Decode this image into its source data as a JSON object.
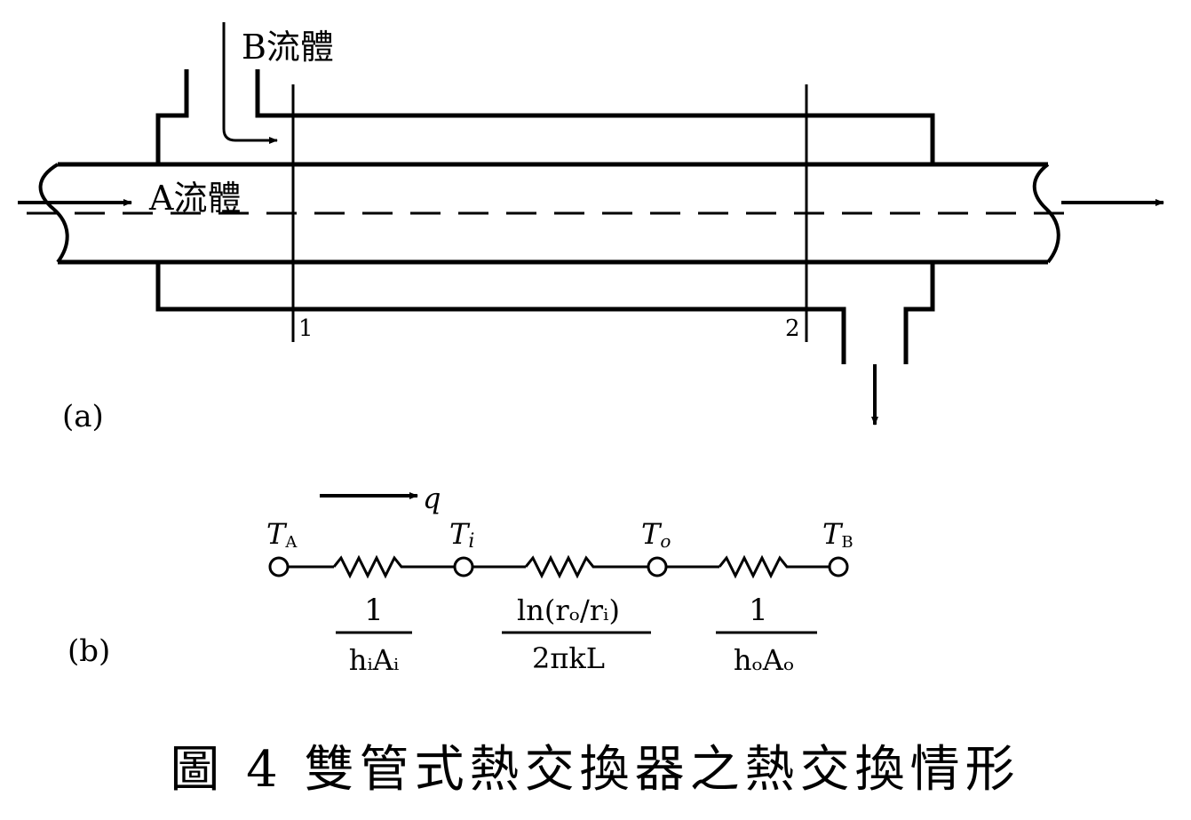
{
  "part_a": {
    "label": "(a)",
    "fluid_b_label": "B流體",
    "fluid_a_label": "A流體",
    "section_1": "1",
    "section_2": "2"
  },
  "part_b": {
    "label": "(b)",
    "heat_flow": "q",
    "nodes": [
      {
        "main": "T",
        "sub": "A"
      },
      {
        "main": "T",
        "sub": "i"
      },
      {
        "main": "T",
        "sub": "o"
      },
      {
        "main": "T",
        "sub": "B"
      }
    ],
    "resistors": [
      {
        "numerator": "1",
        "denominator": "hᵢAᵢ"
      },
      {
        "numerator": "ln(rₒ/rᵢ)",
        "denominator": "2πkL"
      },
      {
        "numerator": "1",
        "denominator": "hₒAₒ"
      }
    ]
  },
  "caption": "圖 4 雙管式熱交換器之熱交換情形"
}
